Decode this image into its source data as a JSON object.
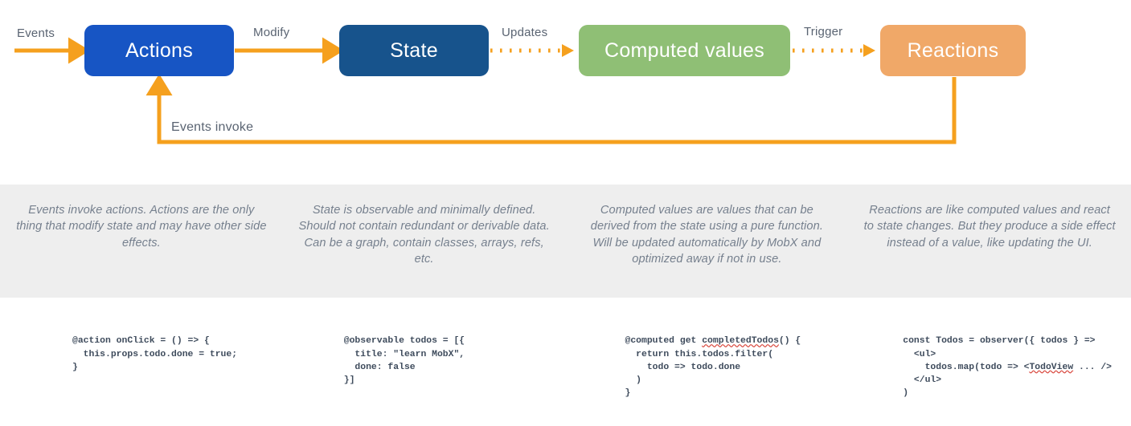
{
  "diagram": {
    "title_hidden": "MobX core concepts dataflow",
    "colors": {
      "actions": "#1755c4",
      "state": "#17538c",
      "computed": "#8fbf75",
      "reactions": "#f0a868",
      "arrow": "#f5a01e",
      "band_background": "#eeeeee",
      "description_text": "#76808e",
      "label_text": "#5a6472",
      "code_text": "#3e4b5c",
      "spellcheck_underline": "#d8443a"
    },
    "nodes": [
      {
        "id": "actions",
        "label": "Actions"
      },
      {
        "id": "state",
        "label": "State"
      },
      {
        "id": "computed",
        "label": "Computed values"
      },
      {
        "id": "reactions",
        "label": "Reactions"
      }
    ],
    "edges": [
      {
        "id": "events",
        "label": "Events",
        "style": "solid"
      },
      {
        "id": "modify",
        "label": "Modify",
        "style": "solid"
      },
      {
        "id": "updates",
        "label": "Updates",
        "style": "dotted"
      },
      {
        "id": "trigger",
        "label": "Trigger",
        "style": "dotted"
      },
      {
        "id": "events-invoke",
        "label": "Events invoke",
        "style": "solid"
      }
    ]
  },
  "descriptions": [
    {
      "id": "actions-desc",
      "text": "Events invoke actions. Actions are the only thing that modify state and may have other side effects."
    },
    {
      "id": "state-desc",
      "text": "State is observable and minimally defined. Should not contain redundant or derivable data. Can be a graph, contain classes, arrays, refs, etc."
    },
    {
      "id": "computed-desc",
      "text": "Computed values are values that can be derived from the state using a pure function. Will be updated automatically by MobX and optimized away if not in use."
    },
    {
      "id": "reactions-desc",
      "text": "Reactions are like computed values and react to state changes. But they produce a side effect instead of a value, like updating the UI."
    }
  ],
  "code_samples": [
    {
      "id": "action-snippet",
      "lines": [
        "@action onClick = () => {",
        "  this.props.todo.done = true;",
        "}"
      ]
    },
    {
      "id": "observable-snippet",
      "lines": [
        "@observable todos = [{",
        "  title: \"learn MobX\",",
        "  done: false",
        "}]"
      ]
    },
    {
      "id": "computed-snippet",
      "lines": [
        "@computed get completedTodos() {",
        "  return this.todos.filter(",
        "    todo => todo.done",
        "  )",
        "}"
      ],
      "misspelled": [
        "completedTodos"
      ]
    },
    {
      "id": "observer-snippet",
      "lines": [
        "const Todos = observer({ todos } =>",
        "  <ul>",
        "    todos.map(todo => <TodoView ... />",
        "  </ul>",
        ")"
      ],
      "misspelled": [
        "TodoView"
      ]
    }
  ]
}
